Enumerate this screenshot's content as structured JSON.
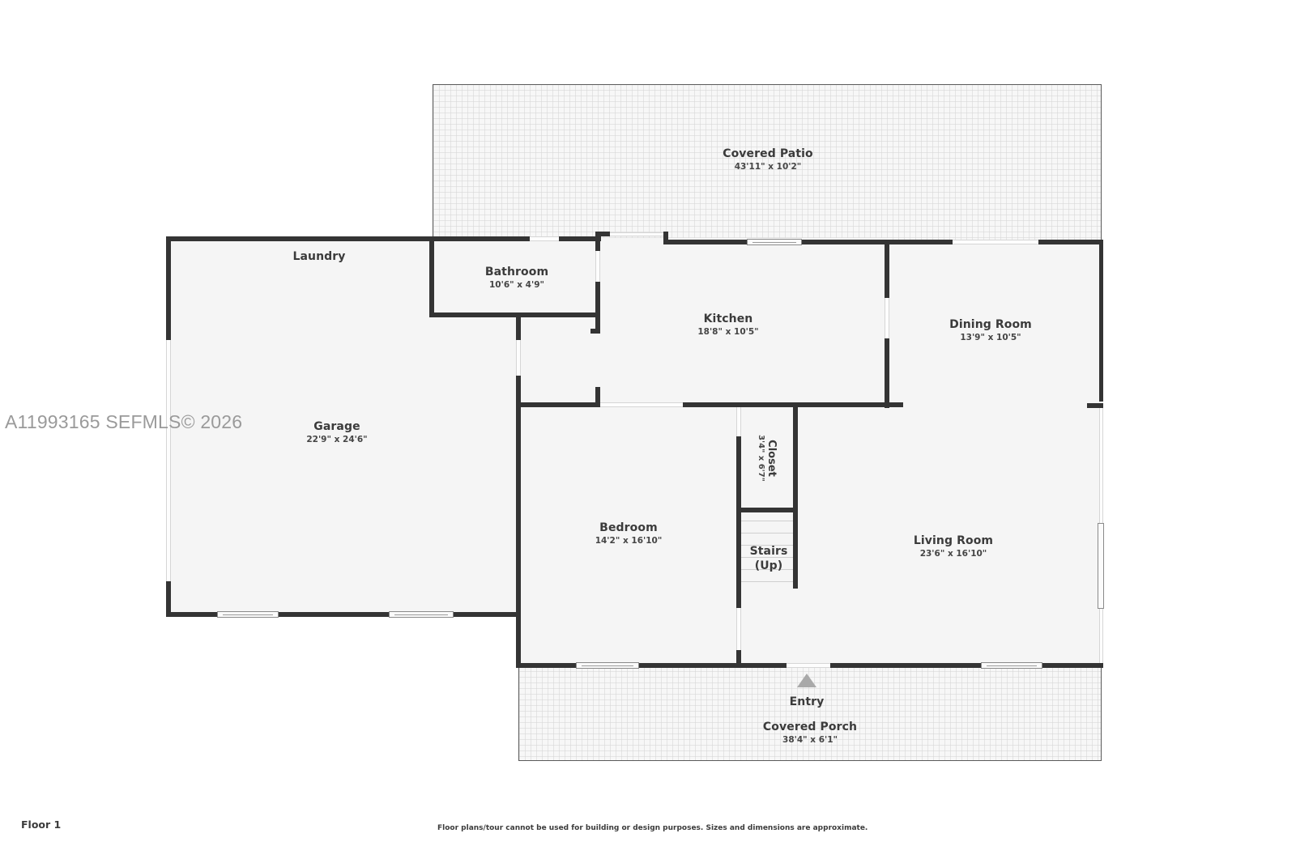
{
  "watermark": {
    "listing_id": "A11993165",
    "copyright": "SEFMLS© 2026",
    "text": "A11993165  SEFMLS© 2026"
  },
  "floor": {
    "label": "Floor 1"
  },
  "disclaimer": "Floor plans/tour cannot be used for building or design purposes. Sizes and dimensions are approximate.",
  "rooms": {
    "covered_patio": {
      "name": "Covered Patio",
      "dims": "43'11\" x 10'2\""
    },
    "laundry": {
      "name": "Laundry"
    },
    "bathroom": {
      "name": "Bathroom",
      "dims": "10'6\" x 4'9\""
    },
    "kitchen": {
      "name": "Kitchen",
      "dims": "18'8\" x 10'5\""
    },
    "dining_room": {
      "name": "Dining Room",
      "dims": "13'9\" x 10'5\""
    },
    "garage": {
      "name": "Garage",
      "dims": "22'9\" x 24'6\""
    },
    "closet": {
      "name": "Closet",
      "dims": "3'4\" x 6'7\""
    },
    "stairs": {
      "name": "Stairs",
      "note": "(Up)"
    },
    "bedroom": {
      "name": "Bedroom",
      "dims": "14'2\" x 16'10\""
    },
    "living_room": {
      "name": "Living Room",
      "dims": "23'6\" x 16'10\""
    },
    "entry": {
      "name": "Entry"
    },
    "covered_porch": {
      "name": "Covered Porch",
      "dims": "38'4\" x 6'1\""
    }
  },
  "colors": {
    "wall": "#343434",
    "floor": "#f5f5f5",
    "outdoor_tile": "#d6d6d6",
    "watermark": "#9a9a9a",
    "entry_arrow": "#a9a9a9"
  }
}
